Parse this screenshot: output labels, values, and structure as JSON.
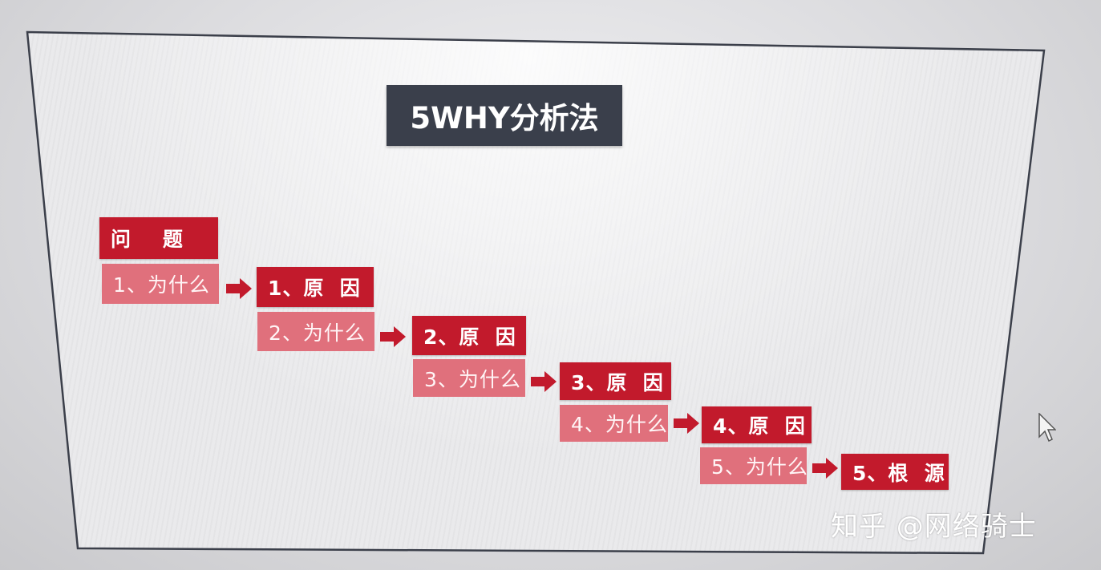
{
  "title": "5WHY分析法",
  "steps": {
    "problem": "问    题",
    "why1": "1、为什么",
    "cause1": "1、原  因",
    "why2": "2、为什么",
    "cause2": "2、原  因",
    "why3": "3、为什么",
    "cause3": "3、原  因",
    "why4": "4、为什么",
    "cause4": "4、原  因",
    "why5": "5、为什么",
    "root": "5、根  源"
  },
  "watermark": "知乎 @网络骑士",
  "colors": {
    "title_bg": "#3a3f4b",
    "dark_box": "#c21a2c",
    "light_box": "#e0707c",
    "arrow": "#c21a2c"
  }
}
